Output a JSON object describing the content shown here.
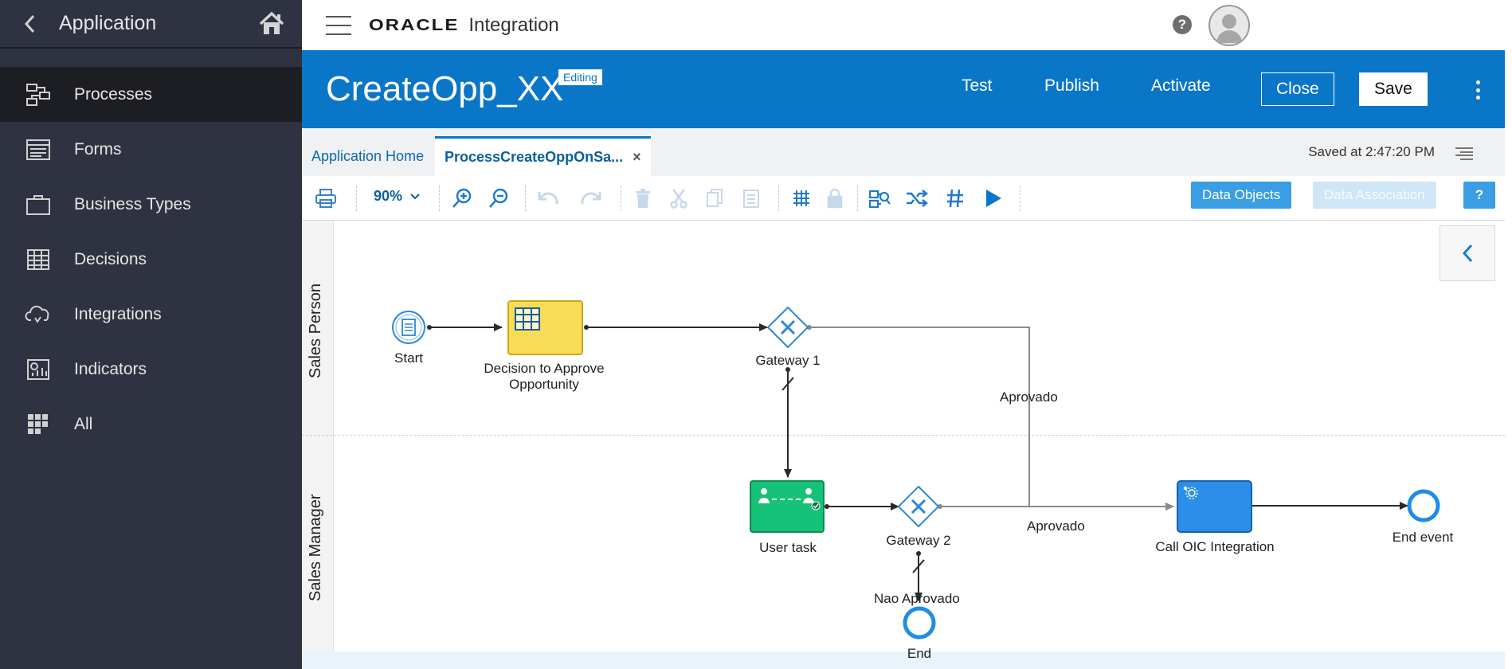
{
  "sidebar": {
    "title": "Application",
    "items": [
      {
        "label": "Processes",
        "icon": "processes-icon",
        "active": true
      },
      {
        "label": "Forms",
        "icon": "forms-icon"
      },
      {
        "label": "Business Types",
        "icon": "briefcase-icon"
      },
      {
        "label": "Decisions",
        "icon": "decisions-table-icon"
      },
      {
        "label": "Integrations",
        "icon": "cloud-icon"
      },
      {
        "label": "Indicators",
        "icon": "indicators-chart-icon"
      },
      {
        "label": "All",
        "icon": "grid-icon"
      }
    ]
  },
  "topbar": {
    "brand": "ORACLE",
    "product": "Integration",
    "help": "?"
  },
  "header": {
    "title": "CreateOpp_XX",
    "badge": "Editing",
    "test": "Test",
    "publish": "Publish",
    "activate": "Activate",
    "close": "Close",
    "save": "Save"
  },
  "tabs": {
    "home": "Application Home",
    "process": "ProcessCreateOppOnSa...",
    "close_symbol": "×",
    "saved": "Saved at 2:47:20 PM"
  },
  "toolbar": {
    "zoom": "90%",
    "data_objects": "Data Objects",
    "data_association": "Data Association",
    "help": "?"
  },
  "lanes": [
    "Sales Person",
    "Sales Manager"
  ],
  "nodes": {
    "start": "Start",
    "decision_line1": "Decision to Approve",
    "decision_line2": "Opportunity",
    "gateway1": "Gateway 1",
    "user_task": "User task",
    "gateway2": "Gateway 2",
    "call_oic": "Call OIC Integration",
    "end_event": "End event",
    "end": "End"
  },
  "flows": {
    "aprovado_top": "Aprovado",
    "aprovado_bottom": "Aprovado",
    "nao_aprovado": "Nao Aprovado"
  },
  "colors": {
    "sidebar_bg": "#2f3240",
    "header_blue": "#0a76c8",
    "decision_yellow": "#f9dc55",
    "user_task_green": "#16c178",
    "service_blue": "#2b8ee8",
    "event_blue": "#1f8ce6"
  }
}
